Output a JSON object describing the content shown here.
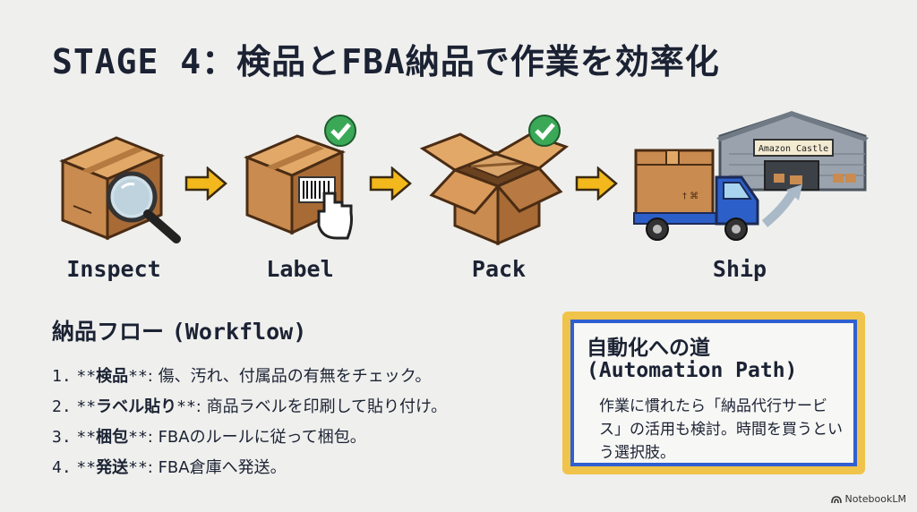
{
  "title": "STAGE 4：検品とFBA納品で作業を効率化",
  "steps": [
    {
      "label": "Inspect",
      "icon": "box-magnifier-icon"
    },
    {
      "label": "Label",
      "icon": "box-barcode-icon"
    },
    {
      "label": "Pack",
      "icon": "open-box-icon"
    },
    {
      "label": "Ship",
      "icon": "truck-warehouse-icon"
    }
  ],
  "warehouse_sign": "Amazon Castle",
  "workflow": {
    "heading_jp": "納品フロー",
    "heading_en": "(Workflow)",
    "items": [
      {
        "num": "1.",
        "bold": "検品",
        "text": ": 傷、汚れ、付属品の有無をチェック。"
      },
      {
        "num": "2.",
        "bold": "ラベル貼り",
        "text": ": 商品ラベルを印刷して貼り付け。"
      },
      {
        "num": "3.",
        "bold": "梱包",
        "text": ": FBAのルールに従って梱包。"
      },
      {
        "num": "4.",
        "bold": "発送",
        "text": ": FBA倉庫へ発送。"
      }
    ]
  },
  "automation": {
    "title_jp": "自動化への道",
    "title_en": "(Automation Path)",
    "body": "作業に慣れたら「納品代行サービス」の活用も検討。時間を買うという選択肢。"
  },
  "watermark": "NotebookLM",
  "colors": {
    "background": "#efefed",
    "arrow": "#f2b81c",
    "check": "#3aa856",
    "box_border_blue": "#2f5fd0",
    "box_border_gold": "#f0c34a",
    "cardboard": "#c98b4f"
  }
}
